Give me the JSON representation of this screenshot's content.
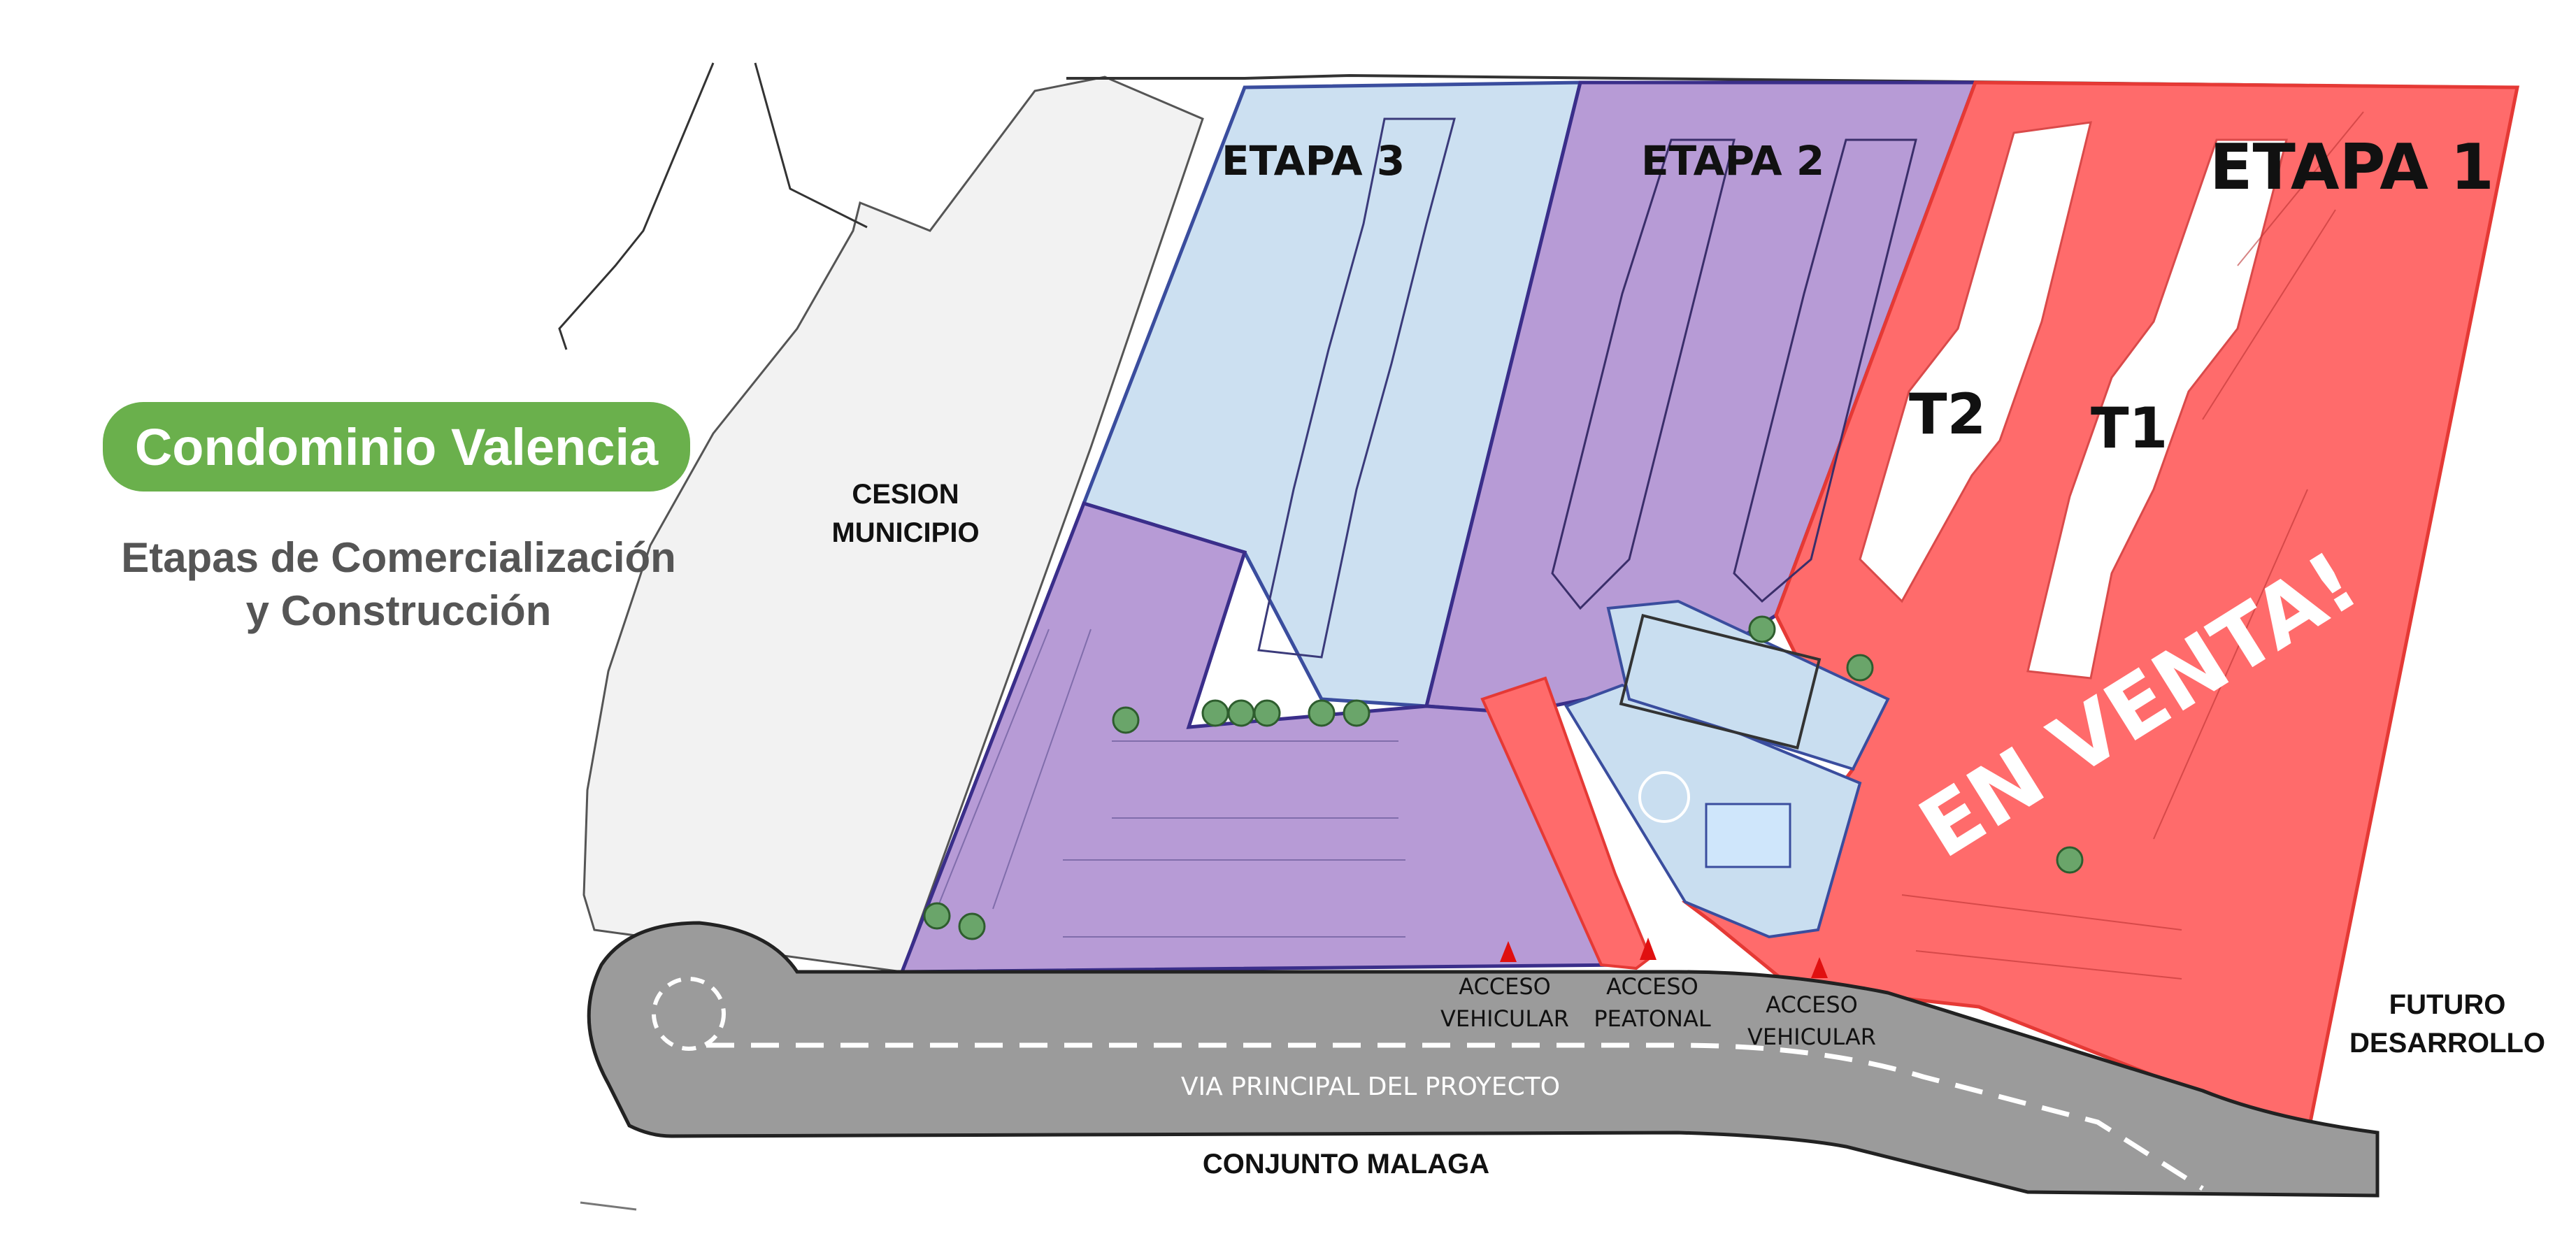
{
  "title": "Condominio Valencia",
  "subtitle_line1": "Etapas de Comercialización",
  "subtitle_line2": "y Construcción",
  "colors": {
    "title_badge": "#6ab04c",
    "etapa1": "#ff6b6b",
    "etapa2": "#b79bd6",
    "etapa3": "#c9def0",
    "road": "#9b9b9b",
    "cesion": "#f2f2f2"
  },
  "stages": {
    "etapa1": "ETAPA 1",
    "etapa2": "ETAPA 2",
    "etapa3": "ETAPA 3"
  },
  "towers": {
    "t1": "T1",
    "t2": "T2"
  },
  "sale_banner": "EN VENTA!",
  "areas": {
    "cesion_line1": "CESION",
    "cesion_line2": "MUNICIPIO",
    "futuro_line1": "FUTURO",
    "futuro_line2": "DESARROLLO",
    "conjunto": "CONJUNTO MALAGA",
    "road": "VIA PRINCIPAL DEL PROYECTO"
  },
  "access": {
    "left_line1": "ACCESO",
    "left_line2": "VEHICULAR",
    "center_line1": "ACCESO",
    "center_line2": "PEATONAL",
    "right_line1": "ACCESO",
    "right_line2": "VEHICULAR"
  }
}
